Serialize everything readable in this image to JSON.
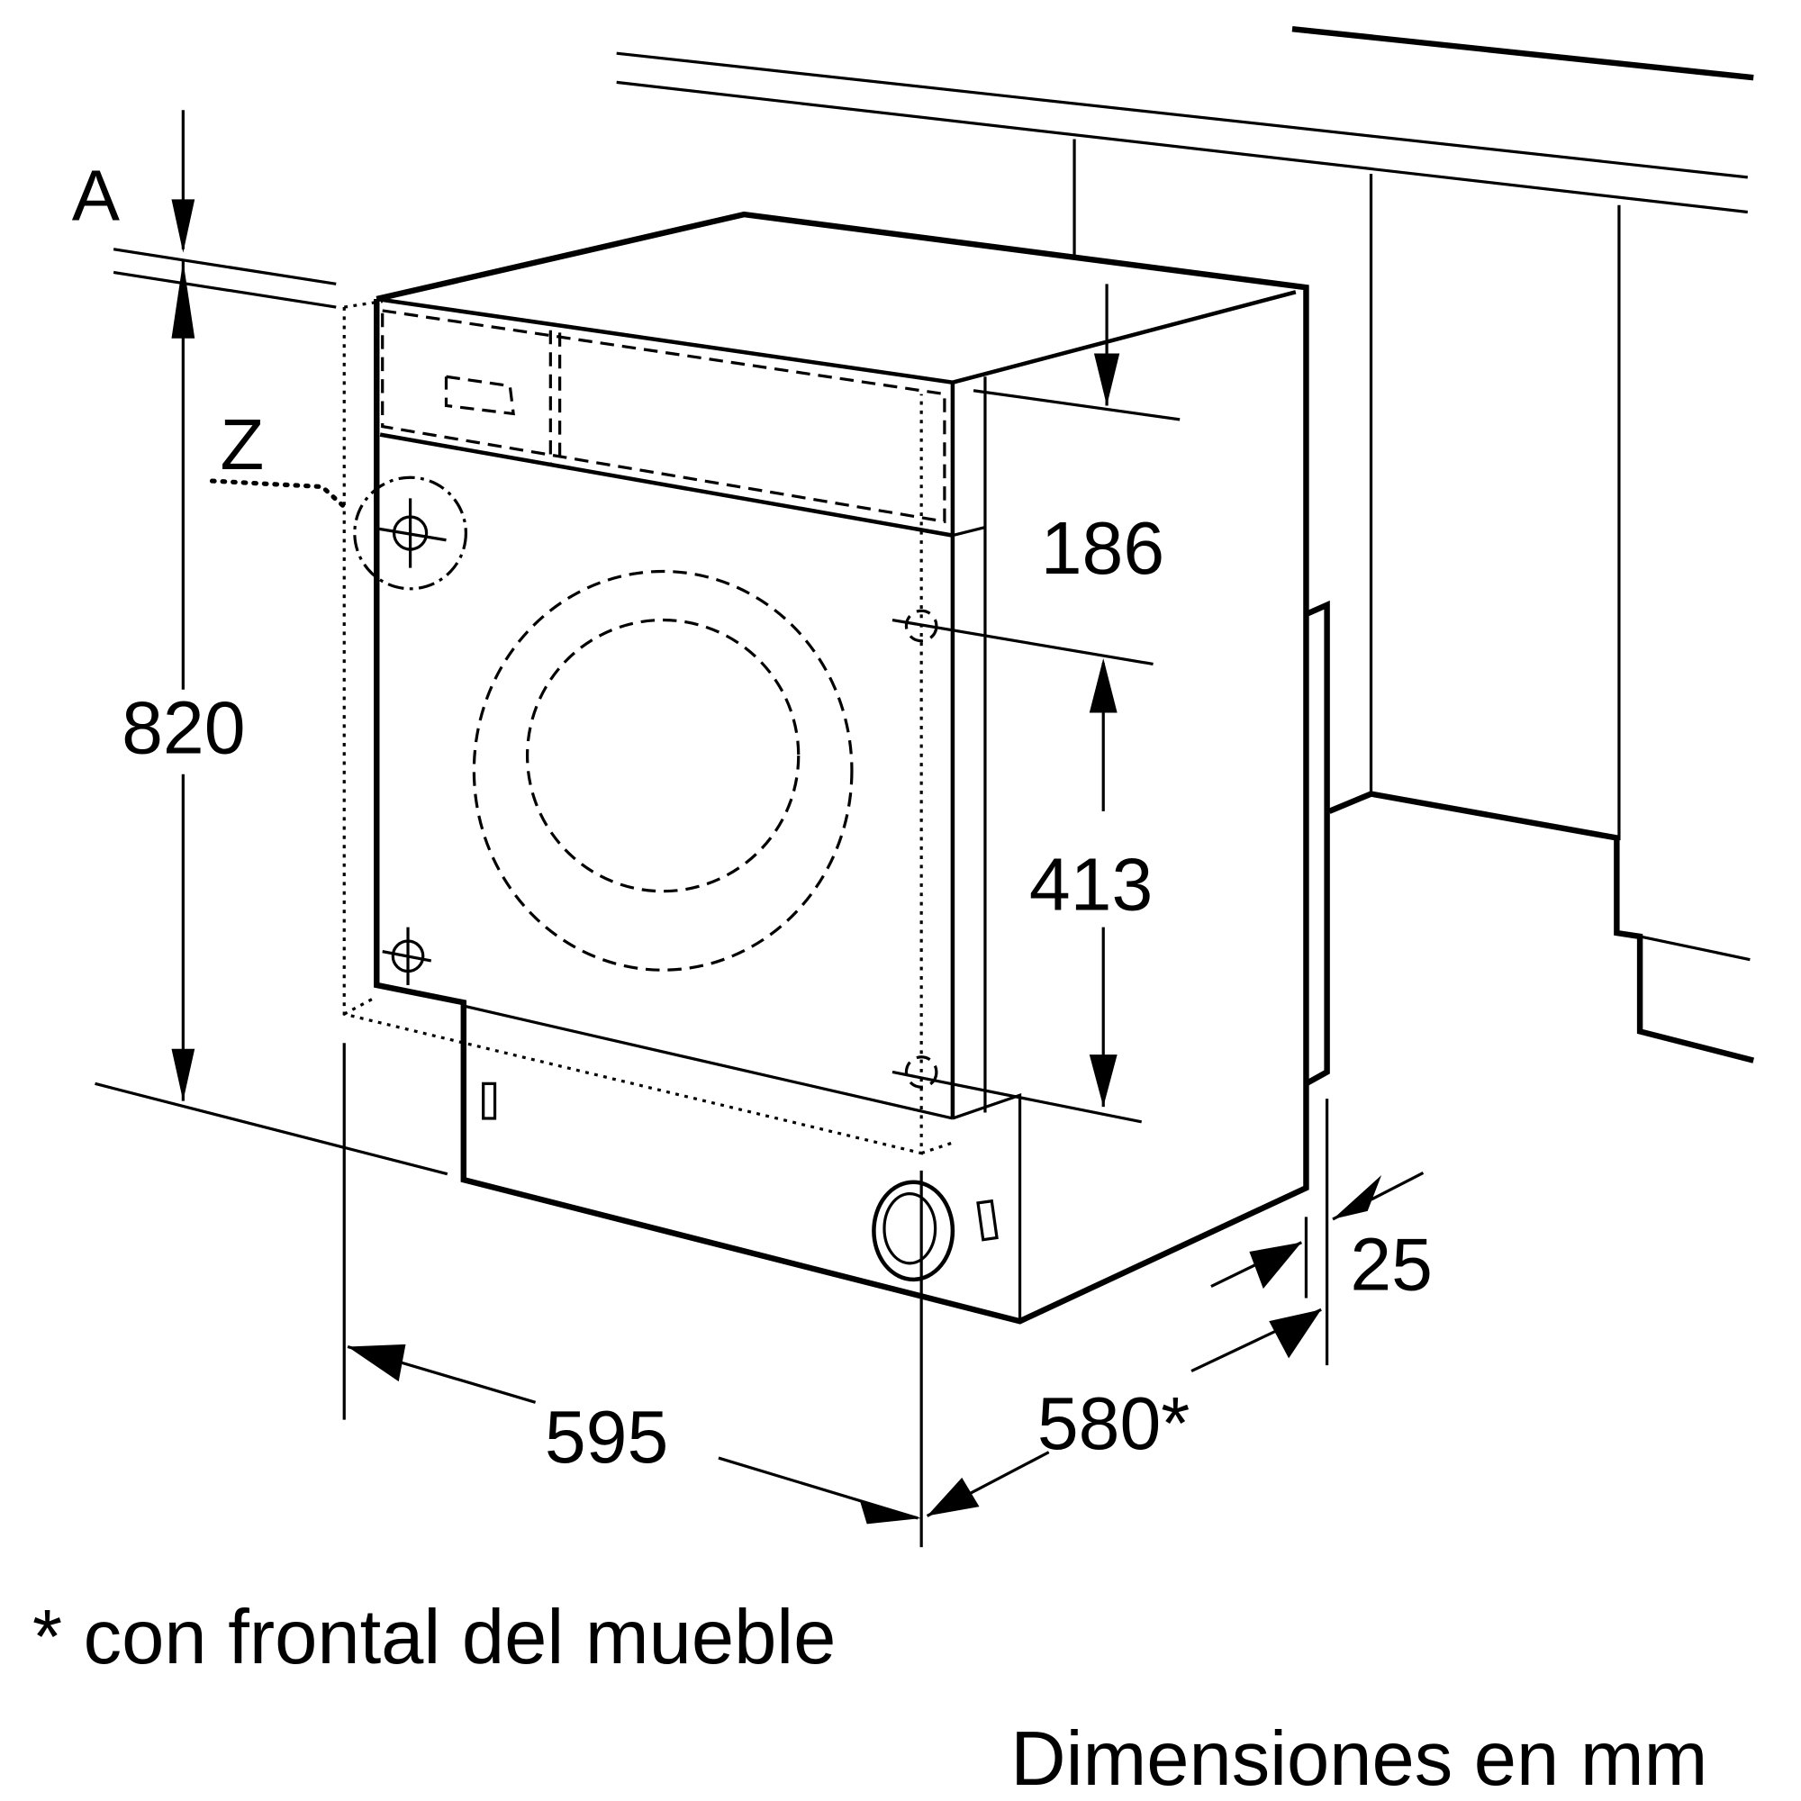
{
  "labels": {
    "a": "A",
    "z": "Z",
    "height": "820",
    "top_offset": "186",
    "hinge_spacing": "413",
    "panel_thickness": "25",
    "width": "595",
    "depth": "580*"
  },
  "notes": {
    "footnote": "* con frontal del mueble",
    "units": "Dimensiones en mm"
  }
}
